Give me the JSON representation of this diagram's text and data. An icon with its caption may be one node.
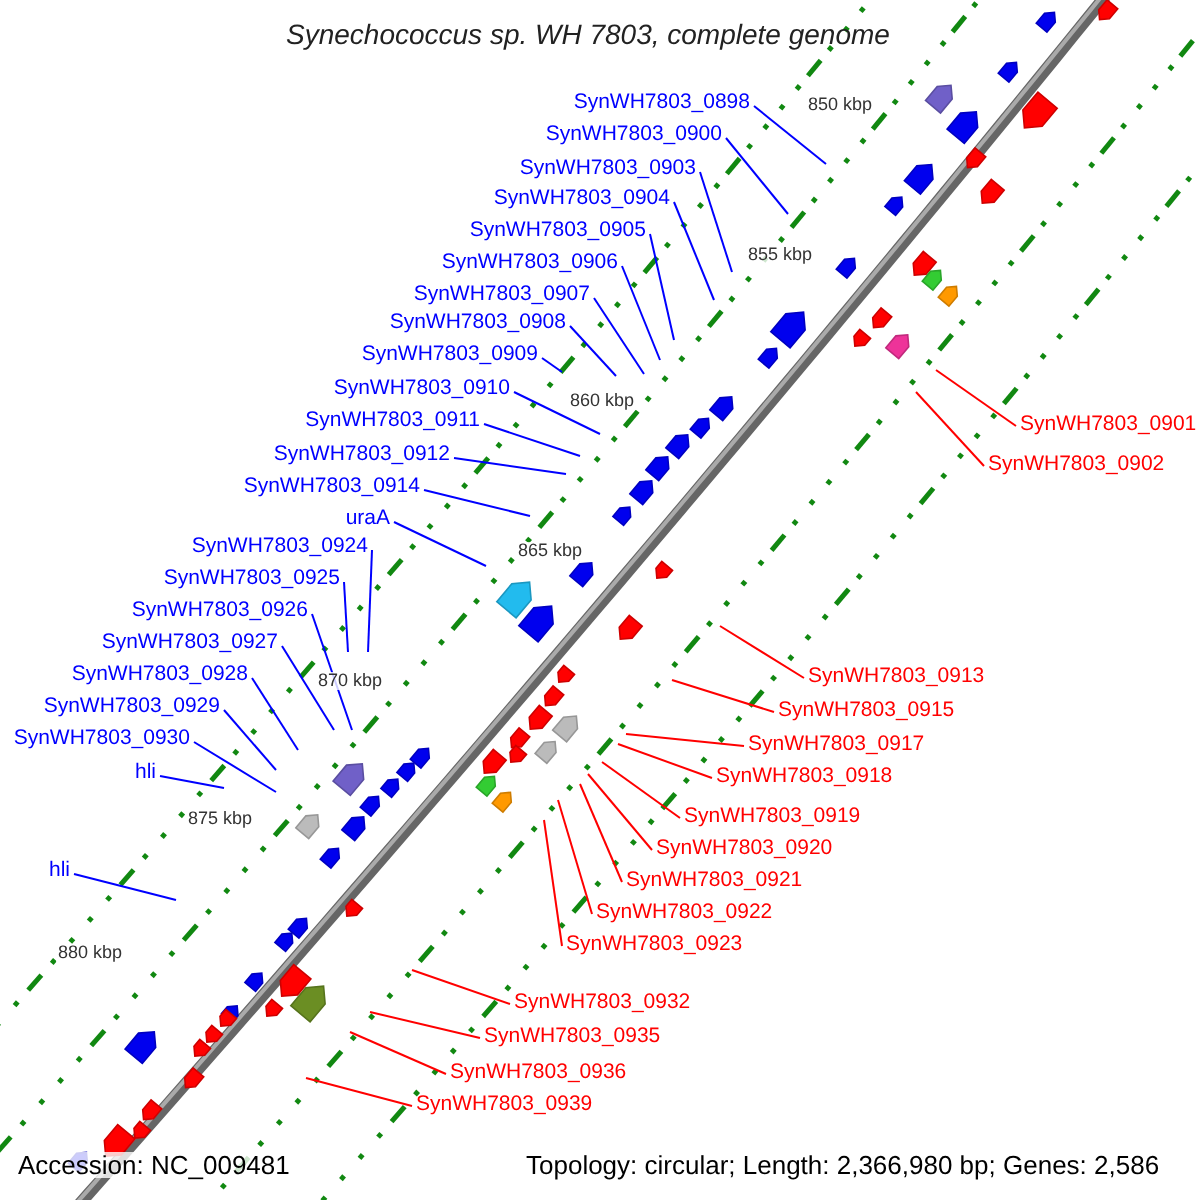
{
  "diagram": {
    "title": "Synechococcus sp. WH 7803, complete genome",
    "nodes": [
      {
        "text": [
          "SynWH7803_0898"
        ]
      },
      {
        "text": [
          "SynWH7803_0900"
        ]
      },
      {
        "text": [
          "SynWH7803_0903"
        ]
      },
      {
        "text": [
          "SynWH7803_0904"
        ]
      },
      {
        "text": [
          "SynWH7803_0905"
        ]
      },
      {
        "text": [
          "SynWH7803_0906"
        ]
      },
      {
        "text": [
          "SynWH7803_0907"
        ]
      },
      {
        "text": [
          "SynWH7803_0908"
        ]
      },
      {
        "text": [
          "SynWH7803_0909"
        ]
      },
      {
        "text": [
          "SynWH7803_0910"
        ]
      },
      {
        "text": [
          "SynWH7803_0911"
        ]
      },
      {
        "text": [
          "SynWH7803_0912"
        ]
      },
      {
        "text": [
          "SynWH7803_0914"
        ]
      },
      {
        "text": [
          "uraA"
        ]
      },
      {
        "text": [
          "SynWH7803_0924"
        ]
      },
      {
        "text": [
          "SynWH7803_0925"
        ]
      },
      {
        "text": [
          "SynWH7803_0926"
        ]
      },
      {
        "text": [
          "SynWH7803_0927"
        ]
      },
      {
        "text": [
          "SynWH7803_0928"
        ]
      },
      {
        "text": [
          "SynWH7803_0929"
        ]
      },
      {
        "text": [
          "SynWH7803_0930"
        ]
      },
      {
        "text": [
          "hli"
        ]
      },
      {
        "text": [
          "hli"
        ]
      },
      {
        "text": [
          "SynWH7803_0901"
        ]
      },
      {
        "text": [
          "SynWH7803_0902"
        ]
      },
      {
        "text": [
          "SynWH7803_0913"
        ]
      },
      {
        "text": [
          "SynWH7803_0915"
        ]
      },
      {
        "text": [
          "SynWH7803_0917"
        ]
      },
      {
        "text": [
          "SynWH7803_0918"
        ]
      },
      {
        "text": [
          "SynWH7803_0919"
        ]
      },
      {
        "text": [
          "SynWH7803_0920"
        ]
      },
      {
        "text": [
          "SynWH7803_0921"
        ]
      },
      {
        "text": [
          "SynWH7803_0922"
        ]
      },
      {
        "text": [
          "SynWH7803_0923"
        ]
      },
      {
        "text": [
          "SynWH7803_0932"
        ]
      },
      {
        "text": [
          "SynWH7803_0935"
        ]
      },
      {
        "text": [
          "SynWH7803_0936"
        ]
      },
      {
        "text": [
          "SynWH7803_0939"
        ]
      }
    ],
    "edges": [
      {
        "from": 0,
        "to": null,
        "arrow": "none"
      },
      {
        "from": 1,
        "to": null,
        "arrow": "none"
      },
      {
        "from": 2,
        "to": null,
        "arrow": "none"
      },
      {
        "from": 3,
        "to": null,
        "arrow": "none"
      },
      {
        "from": 4,
        "to": null,
        "arrow": "none"
      },
      {
        "from": 5,
        "to": null,
        "arrow": "none"
      },
      {
        "from": 6,
        "to": null,
        "arrow": "none"
      },
      {
        "from": 7,
        "to": null,
        "arrow": "none"
      },
      {
        "from": 8,
        "to": null,
        "arrow": "none"
      },
      {
        "from": 9,
        "to": null,
        "arrow": "none"
      },
      {
        "from": 10,
        "to": null,
        "arrow": "none"
      },
      {
        "from": 11,
        "to": null,
        "arrow": "none"
      },
      {
        "from": 12,
        "to": null,
        "arrow": "none"
      },
      {
        "from": 13,
        "to": null,
        "arrow": "none"
      },
      {
        "from": 14,
        "to": null,
        "arrow": "none"
      },
      {
        "from": 15,
        "to": null,
        "arrow": "none"
      },
      {
        "from": 16,
        "to": null,
        "arrow": "none"
      },
      {
        "from": 17,
        "to": null,
        "arrow": "none"
      },
      {
        "from": 18,
        "to": null,
        "arrow": "none"
      },
      {
        "from": 19,
        "to": null,
        "arrow": "none"
      },
      {
        "from": 20,
        "to": null,
        "arrow": "none"
      },
      {
        "from": 21,
        "to": null,
        "arrow": "none"
      },
      {
        "from": 22,
        "to": null,
        "arrow": "none"
      },
      {
        "from": 23,
        "to": null,
        "arrow": "none",
        "color": "#ff0000"
      },
      {
        "from": 24,
        "to": null,
        "arrow": "none",
        "color": "#ff0000"
      },
      {
        "from": 25,
        "to": null,
        "arrow": "none",
        "color": "#ff0000"
      },
      {
        "from": 26,
        "to": null,
        "arrow": "none",
        "color": "#ff0000"
      },
      {
        "from": 27,
        "to": null,
        "arrow": "none",
        "color": "#ff0000"
      },
      {
        "from": 28,
        "to": null,
        "arrow": "none",
        "color": "#ff0000"
      },
      {
        "from": 29,
        "to": null,
        "arrow": "none",
        "color": "#ff0000"
      },
      {
        "from": 30,
        "to": null,
        "arrow": "none",
        "color": "#ff0000"
      },
      {
        "from": 31,
        "to": null,
        "arrow": "none",
        "color": "#ff0000"
      },
      {
        "from": 32,
        "to": null,
        "arrow": "none",
        "color": "#ff0000"
      },
      {
        "from": 33,
        "to": null,
        "arrow": "none",
        "color": "#ff0000"
      },
      {
        "from": 34,
        "to": null,
        "arrow": "none",
        "color": "#ff0000"
      },
      {
        "from": 35,
        "to": null,
        "arrow": "none",
        "color": "#ff0000"
      },
      {
        "from": 36,
        "to": null,
        "arrow": "none",
        "color": "#ff0000"
      },
      {
        "from": 37,
        "to": null,
        "arrow": "none",
        "color": "#ff0000"
      }
    ],
    "labels": [
      "850 kbp",
      "855 kbp",
      "860 kbp",
      "865 kbp",
      "870 kbp",
      "875 kbp",
      "880 kbp",
      "Accession: NC_009481",
      "Topology: circular; Length: 2,366,980 bp; Genes: 2,586"
    ]
  }
}
